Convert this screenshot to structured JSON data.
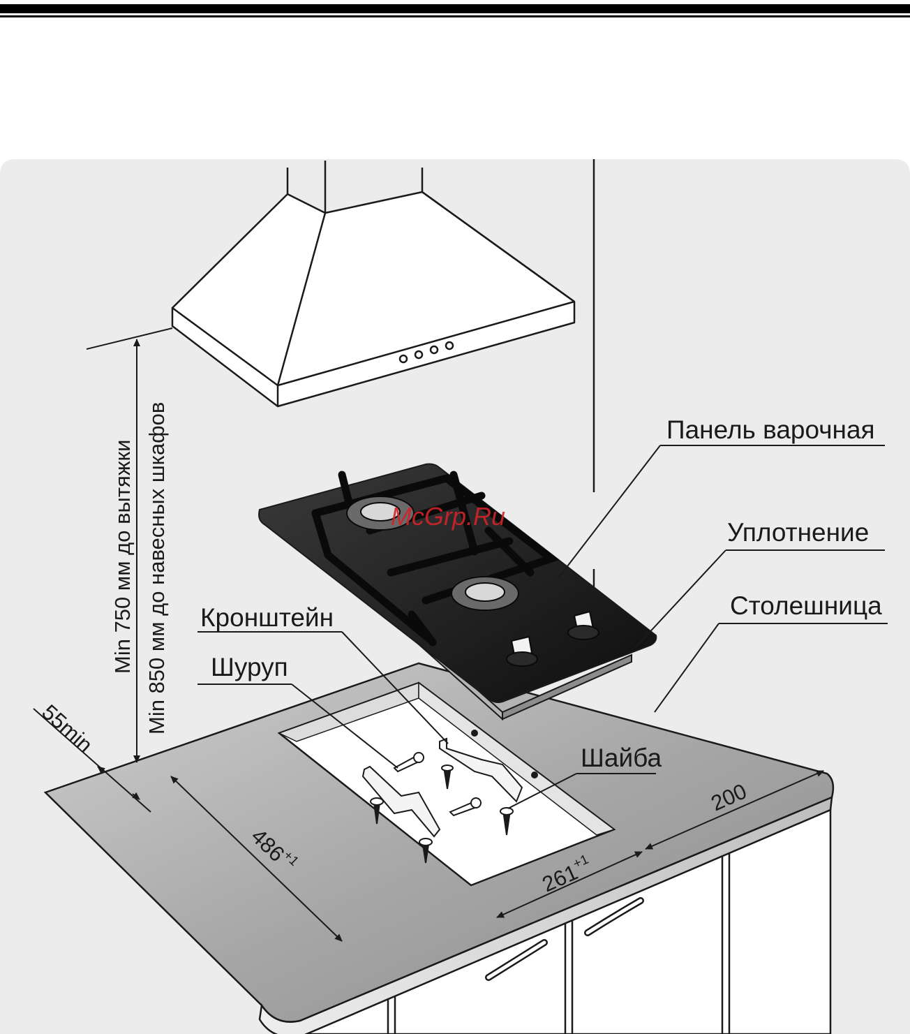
{
  "callouts": {
    "hob": "Панель варочная",
    "seal": "Уплотнение",
    "countertop": "Столешница",
    "bracket": "Кронштейн",
    "screw": "Шуруп",
    "washer": "Шайба"
  },
  "dimensions": {
    "edge_min": "55min",
    "depth_value": "486",
    "depth_tol": "+1",
    "width_value": "261",
    "width_tol": "+1",
    "side_clearance": "200",
    "height_hood": "Min 750 мм до вытяжки",
    "height_cabinets": "Min 850 мм до навесных шкафов"
  },
  "watermark": "McGrp.Ru",
  "colors": {
    "background_panel": "#ececec",
    "countertop": "#9a9a9a",
    "line": "#1a1a1a",
    "hob_glass": "#1c1c1c",
    "watermark": "#d0242a"
  }
}
